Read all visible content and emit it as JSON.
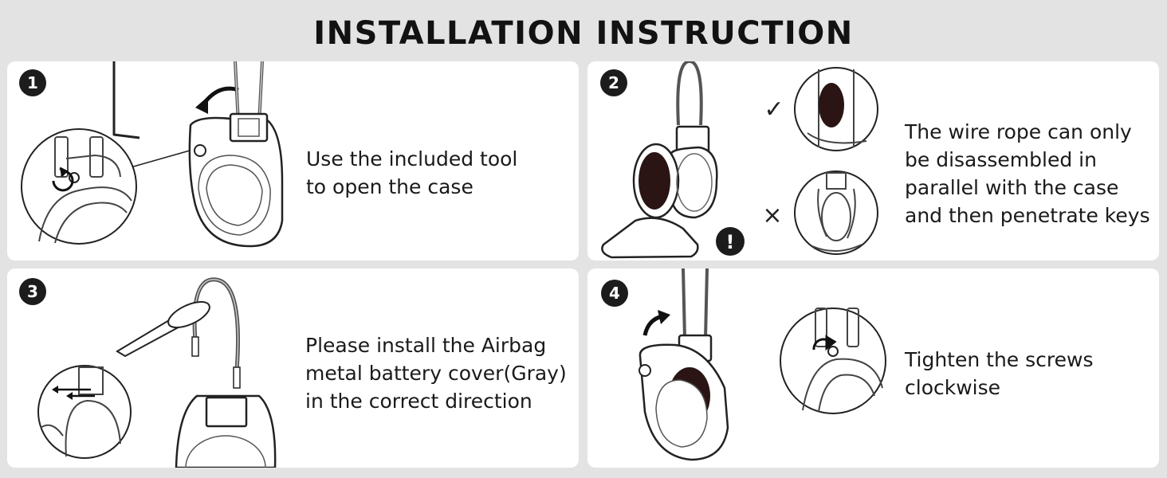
{
  "header": {
    "title": "INSTALLATION INSTRUCTION"
  },
  "steps": [
    {
      "number": "1",
      "lines": [
        "Use the included tool",
        "to open the case"
      ]
    },
    {
      "number": "2",
      "lines": [
        "The wire rope can only",
        "be disassembled in",
        "parallel with the case",
        "and then penetrate keys"
      ],
      "correct_mark": "✓",
      "wrong_mark": "×",
      "warning_mark": "!"
    },
    {
      "number": "3",
      "lines": [
        "Please install the Airbag",
        "metal battery cover(Gray)",
        "in the correct direction"
      ]
    },
    {
      "number": "4",
      "lines": [
        "Tighten the screws",
        "clockwise"
      ]
    }
  ],
  "icons": [
    "hex-key-icon",
    "rotate-arrow-icon",
    "check-icon",
    "cross-icon",
    "warning-icon"
  ],
  "colors": {
    "background": "#e3e3e3",
    "panel": "#ffffff",
    "ink": "#1a1a1a",
    "accent_dark": "#2a1414"
  }
}
